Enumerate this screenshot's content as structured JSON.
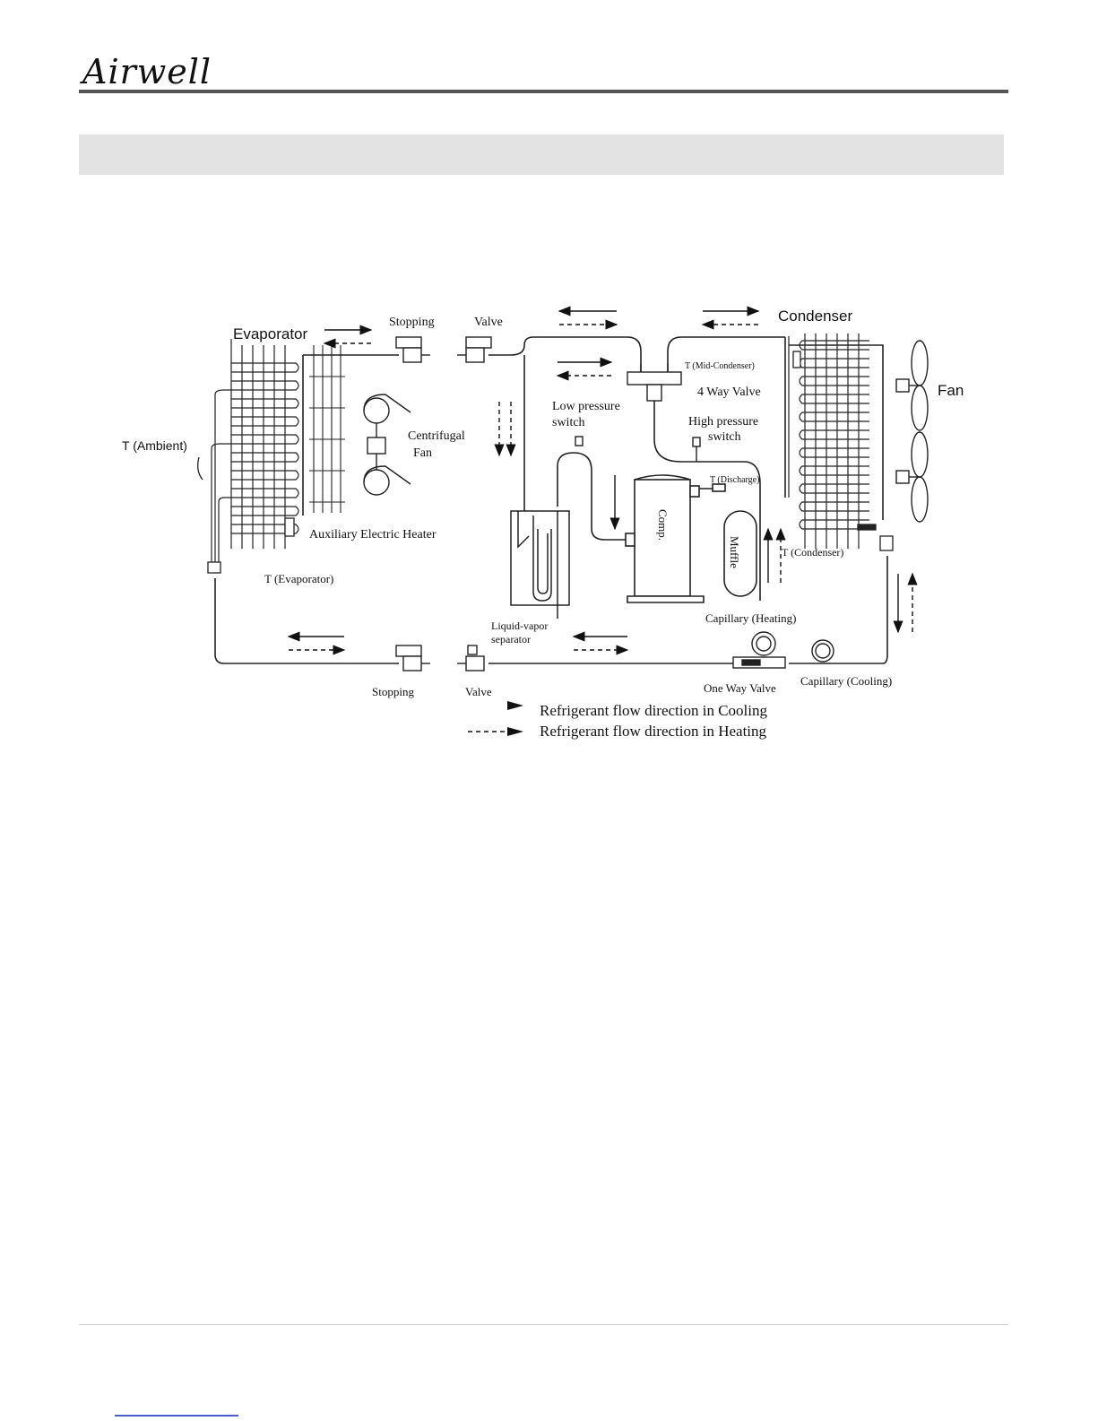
{
  "brand": "Airwell",
  "diagram": {
    "labels": {
      "evaporator": "Evaporator",
      "condenser": "Condenser",
      "stopping_top": "Stopping",
      "valve_top": "Valve",
      "stopping_bottom": "Stopping",
      "valve_bottom": "Valve",
      "t_ambient": "T (Ambient)",
      "centrifugal_fan_1": "Centrifugal",
      "centrifugal_fan_2": "Fan",
      "auxiliary_heater": "Auxiliary Electric Heater",
      "t_evaporator": "T (Evaporator)",
      "low_pressure_1": "Low pressure",
      "low_pressure_2": "switch",
      "t_mid_condenser": "T (Mid-Condenser)",
      "four_way_valve": "4 Way Valve",
      "high_pressure_1": "High pressure",
      "high_pressure_2": "switch",
      "t_discharge": "T (Discharge)",
      "fan": "Fan",
      "comp": "Comp.",
      "muffle": "Muffle",
      "t_condenser": "T (Condenser)",
      "liquid_vapor_1": "Liquid-vapor",
      "liquid_vapor_2": "separator",
      "capillary_heating": "Capillary (Heating)",
      "one_way_valve": "One Way Valve",
      "capillary_cooling": "Capillary (Cooling)"
    },
    "legend": {
      "cooling": "Refrigerant flow direction in Cooling",
      "heating": "Refrigerant flow direction in Heating"
    }
  }
}
